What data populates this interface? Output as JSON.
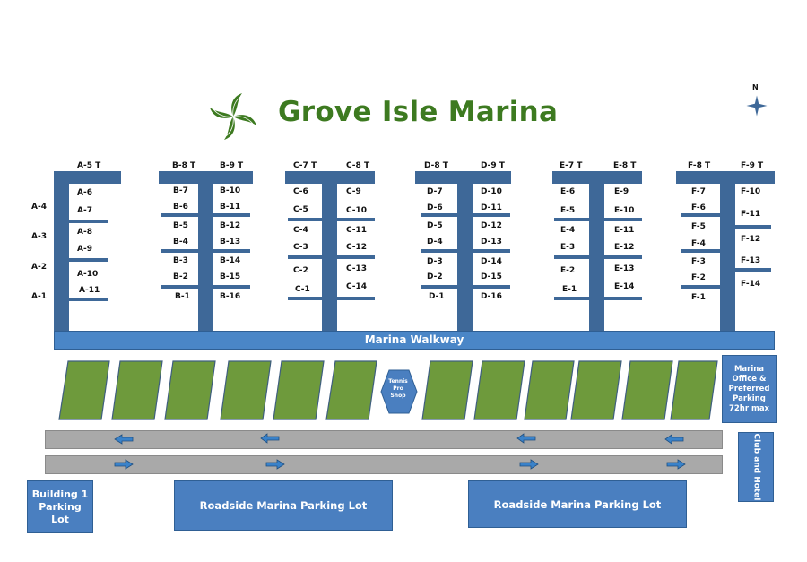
{
  "title": "Grove Isle Marina",
  "compass": "N",
  "logo_icon": "pinwheel-palm-icon",
  "colors": {
    "dock": "#3e6898",
    "walkway": "#4a86c7",
    "court": "#6e9a3c",
    "road": "#a9a9a9",
    "title": "#3d7a20",
    "box": "#4a7fc0"
  },
  "docks": {
    "A": {
      "head": "A-5 T",
      "left_outer": [
        "A-4",
        "A-3",
        "A-2",
        "A-1"
      ],
      "right": [
        "A-6",
        "A-7",
        "A-8",
        "A-9",
        "A-10",
        "A-11"
      ]
    },
    "B": {
      "head_left": "B-8 T",
      "head_right": "B-9 T",
      "left": [
        "B-7",
        "B-6",
        "B-5",
        "B-4",
        "B-3",
        "B-2",
        "B-1"
      ],
      "right": [
        "B-10",
        "B-11",
        "B-12",
        "B-13",
        "B-14",
        "B-15",
        "B-16"
      ]
    },
    "C": {
      "head_left": "C-7 T",
      "head_right": "C-8 T",
      "left": [
        "C-6",
        "C-5",
        "C-4",
        "C-3",
        "C-2",
        "C-1"
      ],
      "right": [
        "C-9",
        "C-10",
        "C-11",
        "C-12",
        "C-13",
        "C-14"
      ]
    },
    "D": {
      "head_left": "D-8 T",
      "head_right": "D-9 T",
      "left": [
        "D-7",
        "D-6",
        "D-5",
        "D-4",
        "D-3",
        "D-2",
        "D-1"
      ],
      "right": [
        "D-10",
        "D-11",
        "D-12",
        "D-13",
        "D-14",
        "D-15",
        "D-16"
      ]
    },
    "E": {
      "head_left": "E-7 T",
      "head_right": "E-8 T",
      "left": [
        "E-6",
        "E-5",
        "E-4",
        "E-3",
        "E-2",
        "E-1"
      ],
      "right": [
        "E-9",
        "E-10",
        "E-11",
        "E-12",
        "E-13",
        "E-14"
      ]
    },
    "F": {
      "head_left": "F-8 T",
      "head_right": "F-9 T",
      "left": [
        "F-7",
        "F-6",
        "F-5",
        "F-4",
        "F-3",
        "F-2",
        "F-1"
      ],
      "right": [
        "F-10",
        "F-11",
        "F-12",
        "F-13",
        "F-14"
      ]
    }
  },
  "walkway": "Marina Walkway",
  "tennis": [
    "Tennis",
    "Pro",
    "Shop"
  ],
  "marina_office": "Marina Office & Preferred Parking 72hr max",
  "club": "Club and Hotel",
  "building1": "Building 1 Parking Lot",
  "parking_left": "Roadside Marina Parking Lot",
  "parking_right": "Roadside Marina Parking Lot",
  "road_arrows": {
    "top": "left-arrow-icon",
    "bottom": "right-arrow-icon"
  }
}
